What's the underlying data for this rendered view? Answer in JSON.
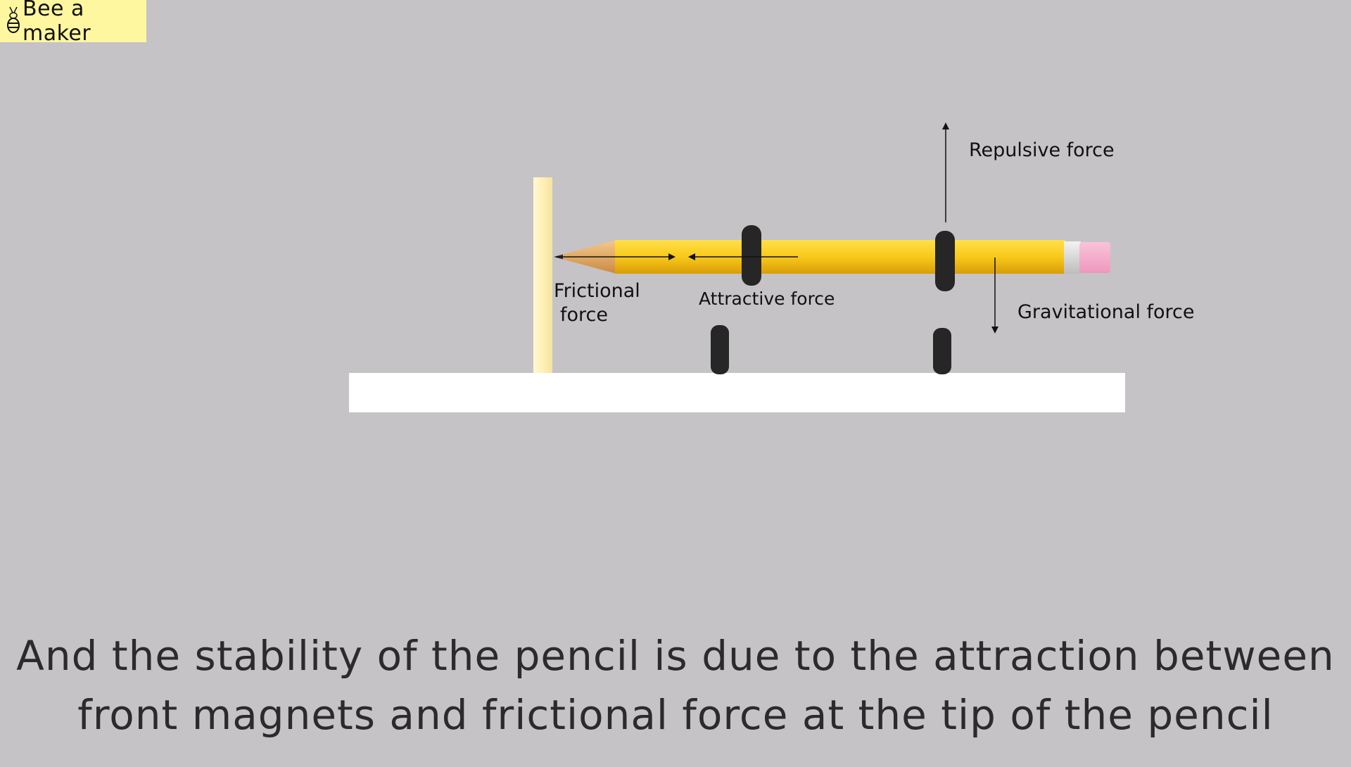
{
  "branding": {
    "logo_text": "Bee a maker"
  },
  "diagram": {
    "labels": {
      "repulsive": "Repulsive force",
      "frictional_line1": "Frictional",
      "frictional_line2": "force",
      "attractive": "Attractive force",
      "gravitational": "Gravitational force"
    },
    "colors": {
      "background": "#c5c3c6",
      "pencil_body": "#f5c518",
      "eraser": "#f4a9c8",
      "base": "#ffffff",
      "wall": "#fff4c2",
      "magnet": "#2a2a2a"
    }
  },
  "caption": {
    "line1": "And the stability of the pencil is due to the attraction between",
    "line2": "front magnets and frictional force at the tip of the pencil"
  }
}
